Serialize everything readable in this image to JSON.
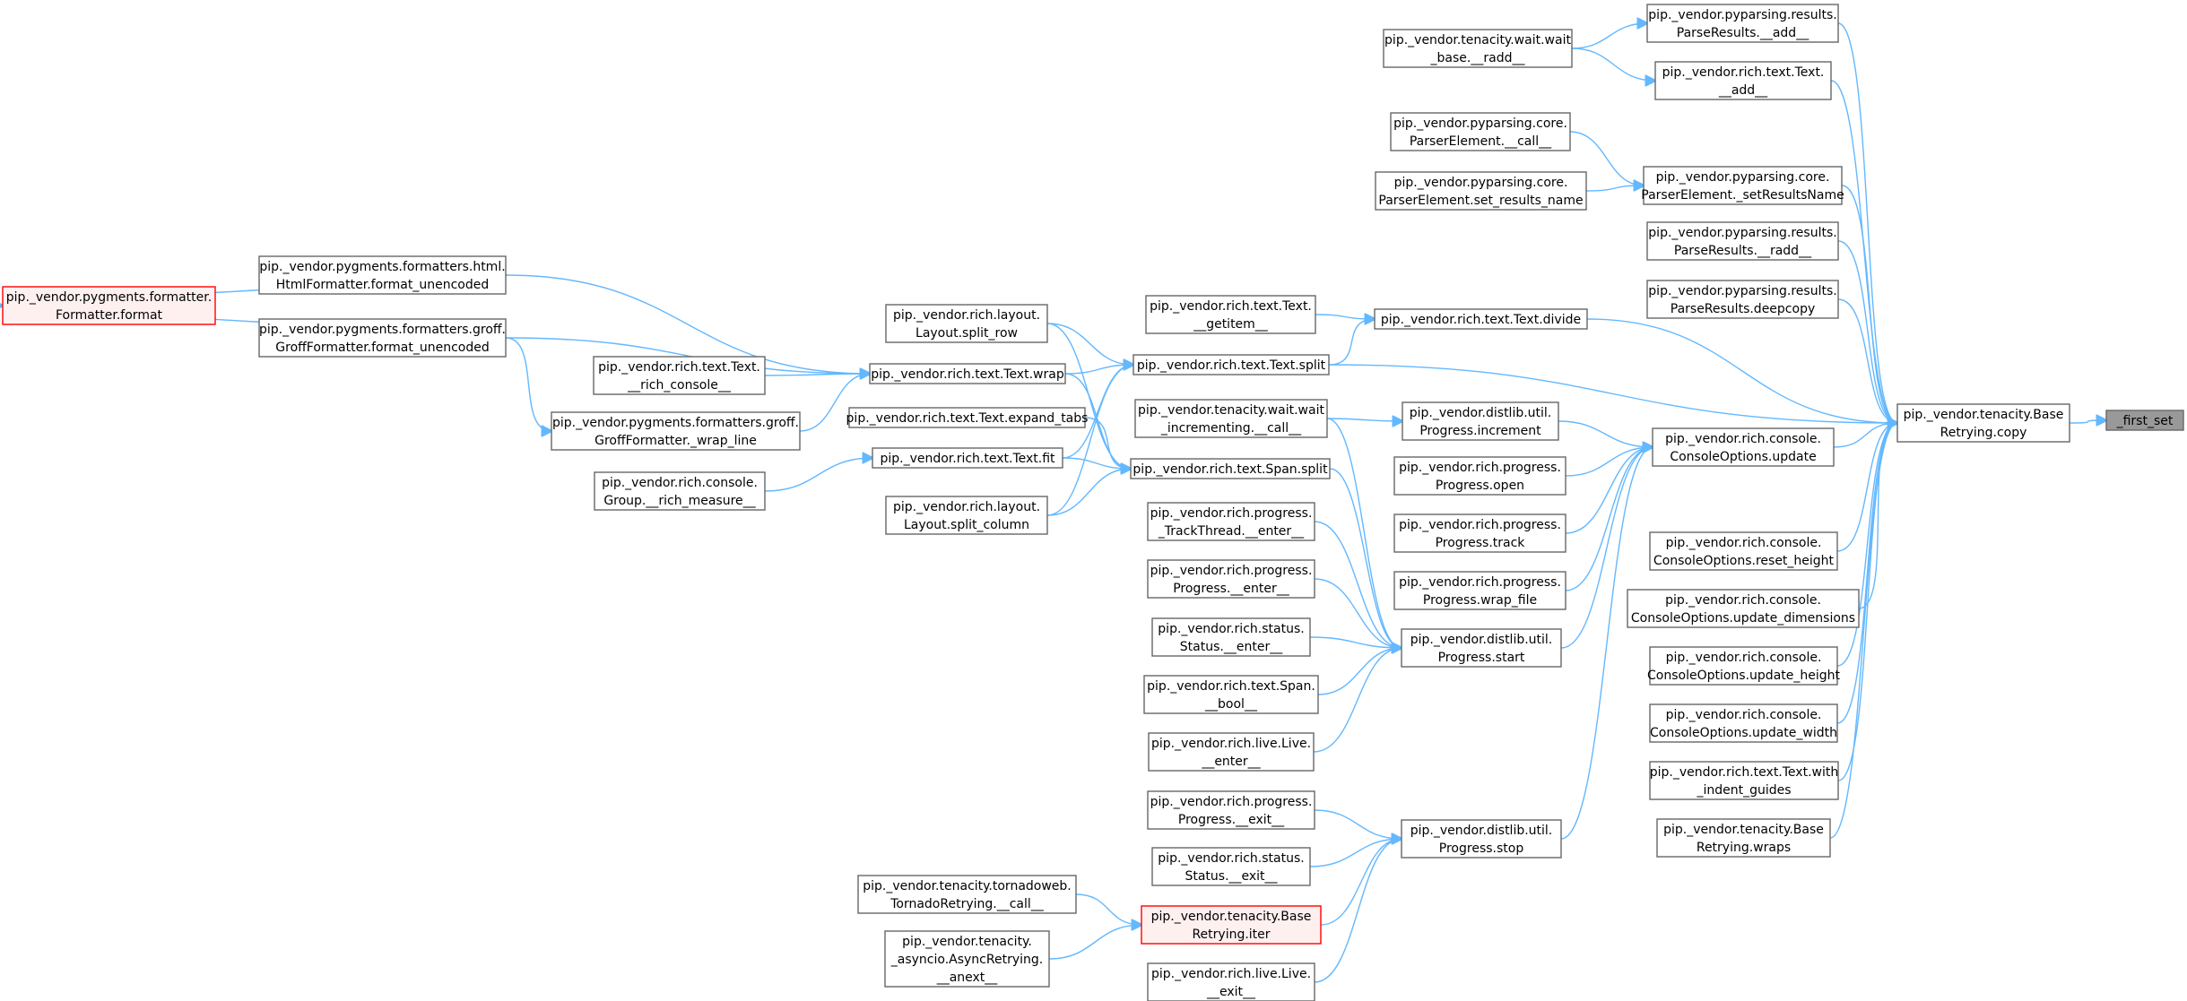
{
  "nodes": {
    "first_set": [
      "_first_set"
    ],
    "copy": [
      "pip._vendor.tenacity.Base",
      "Retrying.copy"
    ],
    "pr_add": [
      "pip._vendor.pyparsing.results.",
      "ParseResults.__add__"
    ],
    "wait_radd": [
      "pip._vendor.tenacity.wait.wait",
      "_base.__radd__"
    ],
    "text_add": [
      "pip._vendor.rich.text.Text.",
      "__add__"
    ],
    "pe_call": [
      "pip._vendor.pyparsing.core.",
      "ParserElement.__call__"
    ],
    "pe_srn": [
      "pip._vendor.pyparsing.core.",
      "ParserElement.set_results_name"
    ],
    "pe_setrn": [
      "pip._vendor.pyparsing.core.",
      "ParserElement._setResultsName"
    ],
    "pr_radd": [
      "pip._vendor.pyparsing.results.",
      "ParseResults.__radd__"
    ],
    "pr_deepcopy": [
      "pip._vendor.pyparsing.results.",
      "ParseResults.deepcopy"
    ],
    "fmt_format": [
      "pip._vendor.pygments.formatter.",
      "Formatter.format"
    ],
    "html_fu": [
      "pip._vendor.pygments.formatters.html.",
      "HtmlFormatter.format_unencoded"
    ],
    "groff_fu": [
      "pip._vendor.pygments.formatters.groff.",
      "GroffFormatter.format_unencoded"
    ],
    "groff_wl": [
      "pip._vendor.pygments.formatters.groff.",
      "GroffFormatter._wrap_line"
    ],
    "layout_sr": [
      "pip._vendor.rich.layout.",
      "Layout.split_row"
    ],
    "text_rc": [
      "pip._vendor.rich.text.Text.",
      "__rich_console__"
    ],
    "text_wrap": [
      "pip._vendor.rich.text.Text.wrap"
    ],
    "text_et": [
      "pip._vendor.rich.text.Text.expand_tabs"
    ],
    "text_fit": [
      "pip._vendor.rich.text.Text.fit"
    ],
    "group_rm": [
      "pip._vendor.rich.console.",
      "Group.__rich_measure__"
    ],
    "layout_sc": [
      "pip._vendor.rich.layout.",
      "Layout.split_column"
    ],
    "text_getitem": [
      "pip._vendor.rich.text.Text.",
      "__getitem__"
    ],
    "text_divide": [
      "pip._vendor.rich.text.Text.divide"
    ],
    "text_split": [
      "pip._vendor.rich.text.Text.split"
    ],
    "wait_inc": [
      "pip._vendor.tenacity.wait.wait",
      "_incrementing.__call__"
    ],
    "span_split": [
      "pip._vendor.rich.text.Span.split"
    ],
    "tt_enter": [
      "pip._vendor.rich.progress.",
      "_TrackThread.__enter__"
    ],
    "prog_enter": [
      "pip._vendor.rich.progress.",
      "Progress.__enter__"
    ],
    "status_enter": [
      "pip._vendor.rich.status.",
      "Status.__enter__"
    ],
    "span_bool": [
      "pip._vendor.rich.text.Span.",
      "__bool__"
    ],
    "live_enter": [
      "pip._vendor.rich.live.Live.",
      "__enter__"
    ],
    "prog_exit": [
      "pip._vendor.rich.progress.",
      "Progress.__exit__"
    ],
    "status_exit": [
      "pip._vendor.rich.status.",
      "Status.__exit__"
    ],
    "tornado_call": [
      "pip._vendor.tenacity.tornadoweb.",
      "TornadoRetrying.__call__"
    ],
    "async_anext": [
      "pip._vendor.tenacity.",
      "_asyncio.AsyncRetrying.",
      "__anext__"
    ],
    "live_exit": [
      "pip._vendor.rich.live.Live.",
      "__exit__"
    ],
    "base_iter": [
      "pip._vendor.tenacity.Base",
      "Retrying.iter"
    ],
    "dl_inc": [
      "pip._vendor.distlib.util.",
      "Progress.increment"
    ],
    "rp_open": [
      "pip._vendor.rich.progress.",
      "Progress.open"
    ],
    "rp_track": [
      "pip._vendor.rich.progress.",
      "Progress.track"
    ],
    "rp_wrap": [
      "pip._vendor.rich.progress.",
      "Progress.wrap_file"
    ],
    "dl_start": [
      "pip._vendor.distlib.util.",
      "Progress.start"
    ],
    "dl_stop": [
      "pip._vendor.distlib.util.",
      "Progress.stop"
    ],
    "co_update": [
      "pip._vendor.rich.console.",
      "ConsoleOptions.update"
    ],
    "co_rh": [
      "pip._vendor.rich.console.",
      "ConsoleOptions.reset_height"
    ],
    "co_ud": [
      "pip._vendor.rich.console.",
      "ConsoleOptions.update_dimensions"
    ],
    "co_uh": [
      "pip._vendor.rich.console.",
      "ConsoleOptions.update_height"
    ],
    "co_uw": [
      "pip._vendor.rich.console.",
      "ConsoleOptions.update_width"
    ],
    "text_wig": [
      "pip._vendor.rich.text.Text.with",
      "_indent_guides"
    ],
    "base_wraps": [
      "pip._vendor.tenacity.Base",
      "Retrying.wraps"
    ]
  },
  "colors": {
    "edge": "#63b8ff",
    "node_border": "#666666",
    "highlight_border": "#ff0000",
    "focus_fill": "#999999"
  }
}
